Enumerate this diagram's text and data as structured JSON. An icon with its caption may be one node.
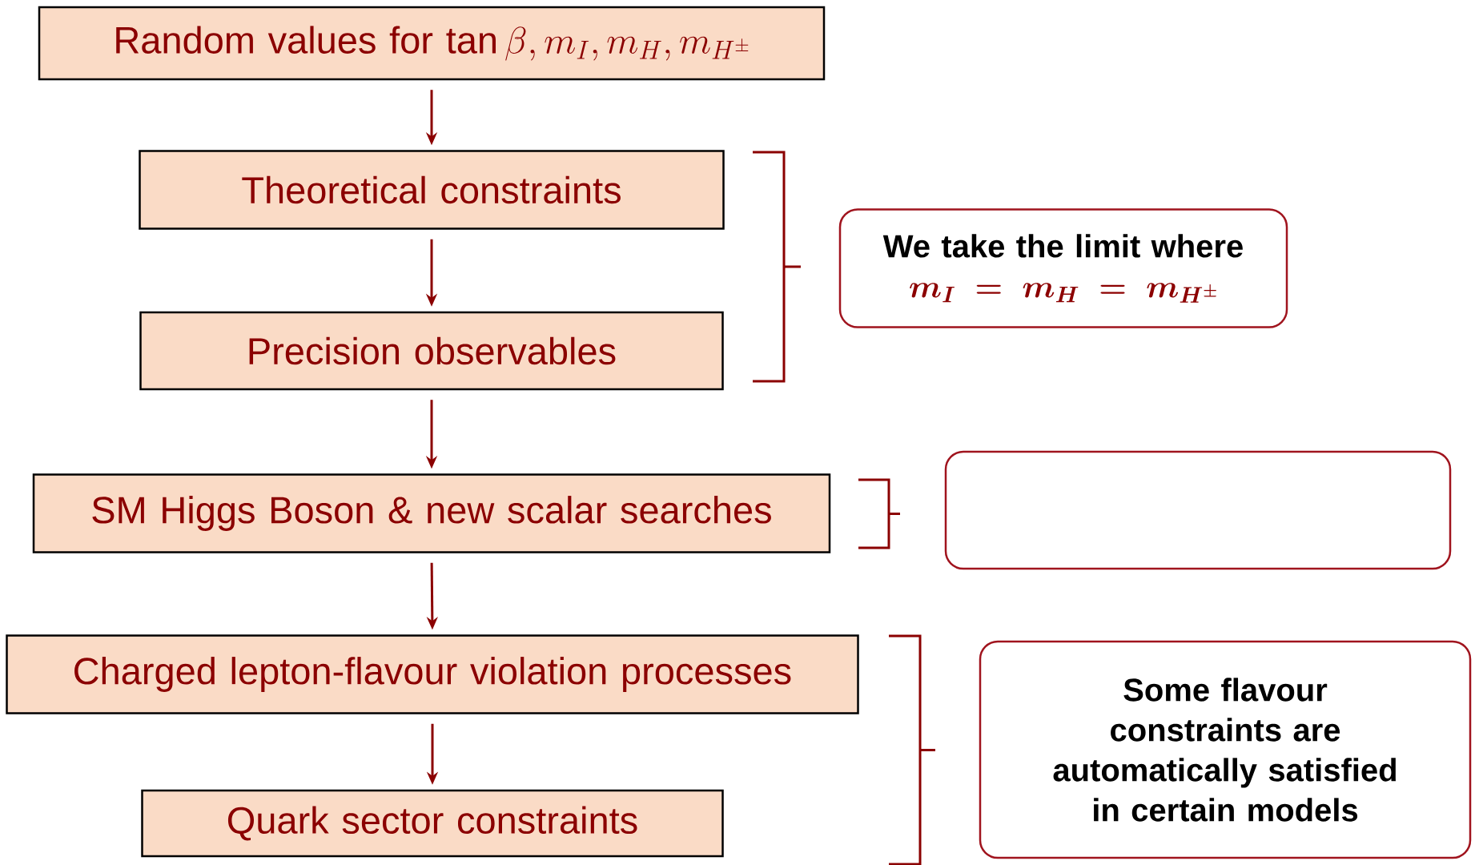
{
  "diagram": {
    "nodes": [
      {
        "text": [
          "Random values for",
          "\\tan\\beta, m_I, m_H, m_{H^\\pm}"
        ]
      },
      {
        "text": [
          "Theoretical constraints"
        ]
      },
      {
        "text": [
          "Precision observables"
        ]
      },
      {
        "text": [
          "SM Higgs Boson & new scalar searches"
        ]
      },
      {
        "text": [
          "Charged lepton-flavour violation processes"
        ]
      },
      {
        "text": [
          "Quark sector constraints"
        ]
      },
      {
        "text": [
          "We take the limit where",
          "m_I = m_H = m_{H^\\pm}"
        ]
      },
      {
        "text": [],
        "shape": "box"
      },
      {
        "text": [
          "Some flavour constraints are automatically satisfied in certain models"
        ]
      }
    ],
    "edges": [
      {
        "from": 0,
        "to": 1,
        "arrow": "to"
      },
      {
        "from": 1,
        "to": 2,
        "arrow": "to"
      },
      {
        "from": 2,
        "to": 3,
        "arrow": "to"
      },
      {
        "from": 3,
        "to": 4,
        "arrow": "to"
      },
      {
        "from": 4,
        "to": 5,
        "arrow": "to"
      }
    ]
  }
}
